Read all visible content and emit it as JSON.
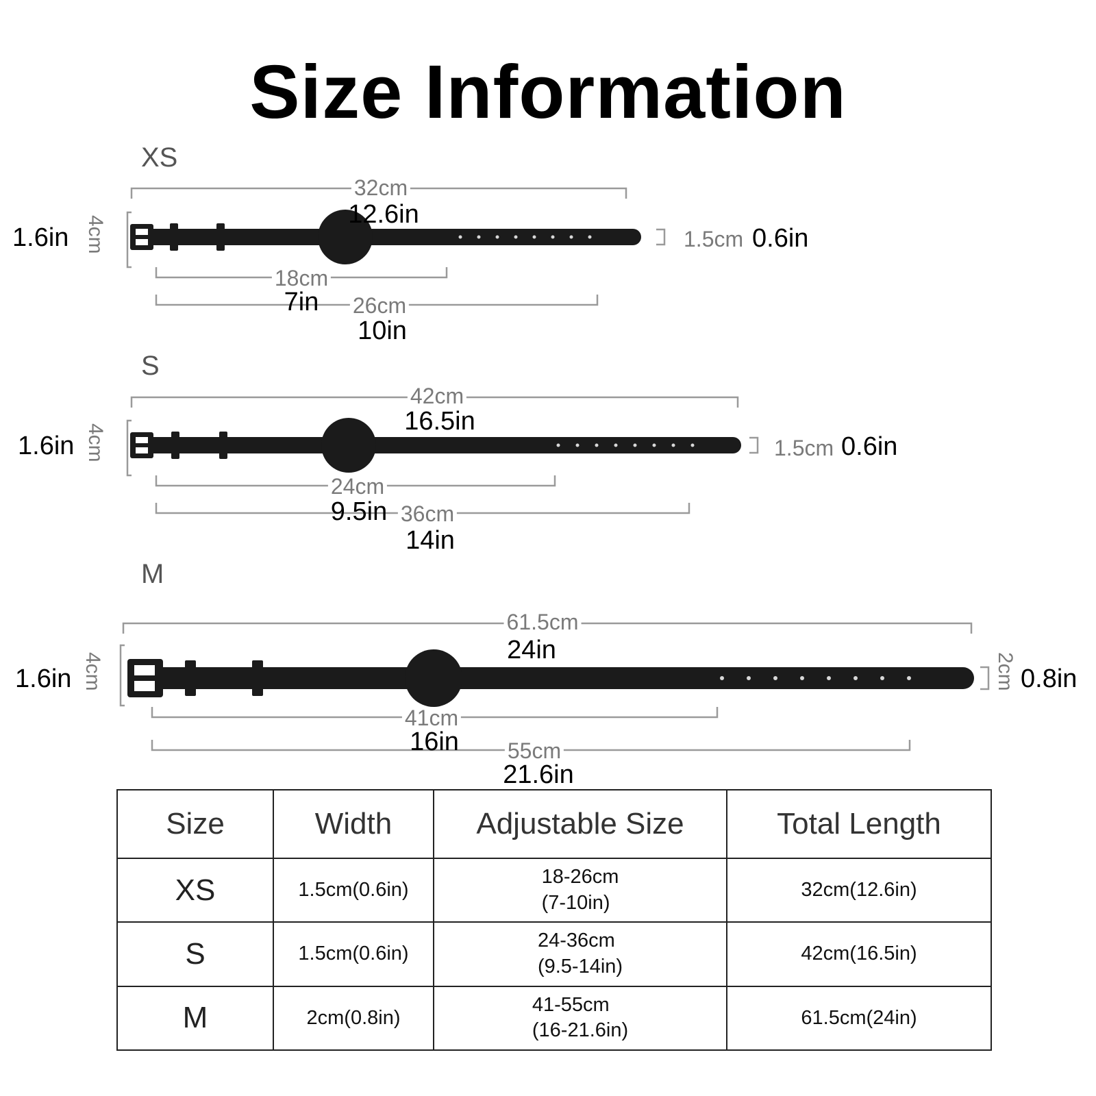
{
  "title": "Size Information",
  "sizes": [
    {
      "name": "XS",
      "total_cm": "32cm",
      "total_in": "12.6in",
      "min_cm": "18cm",
      "min_in": "7in",
      "max_cm": "26cm",
      "max_in": "10in",
      "width_cm": "1.5cm",
      "width_in": "0.6in",
      "buckle_cm": "4cm",
      "buckle_in": "1.6in"
    },
    {
      "name": "S",
      "total_cm": "42cm",
      "total_in": "16.5in",
      "min_cm": "24cm",
      "min_in": "9.5in",
      "max_cm": "36cm",
      "max_in": "14in",
      "width_cm": "1.5cm",
      "width_in": "0.6in",
      "buckle_cm": "4cm",
      "buckle_in": "1.6in"
    },
    {
      "name": "M",
      "total_cm": "61.5cm",
      "total_in": "24in",
      "min_cm": "41cm",
      "min_in": "16in",
      "max_cm": "55cm",
      "max_in": "21.6in",
      "width_cm": "2cm",
      "width_in": "0.8in",
      "buckle_cm": "4cm",
      "buckle_in": "1.6in"
    }
  ],
  "table": {
    "headers": [
      "Size",
      "Width",
      "Adjustable Size",
      "Total Length"
    ],
    "rows": [
      {
        "size": "XS",
        "width": "1.5cm(0.6in)",
        "adjust_cm": "18-26cm",
        "adjust_in": "(7-10in)",
        "total": "32cm(12.6in)"
      },
      {
        "size": "S",
        "width": "1.5cm(0.6in)",
        "adjust_cm": "24-36cm",
        "adjust_in": "(9.5-14in)",
        "total": "42cm(16.5in)"
      },
      {
        "size": "M",
        "width": "2cm(0.8in)",
        "adjust_cm": "41-55cm",
        "adjust_in": "(16-21.6in)",
        "total": "61.5cm(24in)"
      }
    ]
  },
  "colors": {
    "strap": "#1b1b1b",
    "dimension_line": "#9a9a9a",
    "text": "#000000"
  }
}
